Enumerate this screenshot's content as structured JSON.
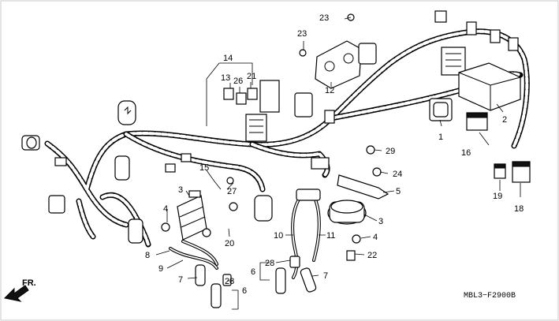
{
  "diagram": {
    "code": "MBL3−F2900B",
    "direction_label": "FR.",
    "callouts": [
      {
        "id": "c1",
        "text": "1"
      },
      {
        "id": "c2",
        "text": "2"
      },
      {
        "id": "c3a",
        "text": "3"
      },
      {
        "id": "c3b",
        "text": "3"
      },
      {
        "id": "c4a",
        "text": "4"
      },
      {
        "id": "c4b",
        "text": "4"
      },
      {
        "id": "c5",
        "text": "5"
      },
      {
        "id": "c6a",
        "text": "6"
      },
      {
        "id": "c6b",
        "text": "6"
      },
      {
        "id": "c7a",
        "text": "7"
      },
      {
        "id": "c7b",
        "text": "7"
      },
      {
        "id": "c8",
        "text": "8"
      },
      {
        "id": "c9",
        "text": "9"
      },
      {
        "id": "c10",
        "text": "10"
      },
      {
        "id": "c11",
        "text": "11"
      },
      {
        "id": "c12",
        "text": "12"
      },
      {
        "id": "c13",
        "text": "13"
      },
      {
        "id": "c14",
        "text": "14"
      },
      {
        "id": "c15",
        "text": "15"
      },
      {
        "id": "c16",
        "text": "16"
      },
      {
        "id": "c18",
        "text": "18"
      },
      {
        "id": "c19",
        "text": "19"
      },
      {
        "id": "c20",
        "text": "20"
      },
      {
        "id": "c21",
        "text": "21"
      },
      {
        "id": "c22",
        "text": "22"
      },
      {
        "id": "c23a",
        "text": "23"
      },
      {
        "id": "c23b",
        "text": "23"
      },
      {
        "id": "c24",
        "text": "24"
      },
      {
        "id": "c26",
        "text": "26"
      },
      {
        "id": "c27",
        "text": "27"
      },
      {
        "id": "c28a",
        "text": "28"
      },
      {
        "id": "c28b",
        "text": "28"
      },
      {
        "id": "c29",
        "text": "29"
      }
    ]
  }
}
